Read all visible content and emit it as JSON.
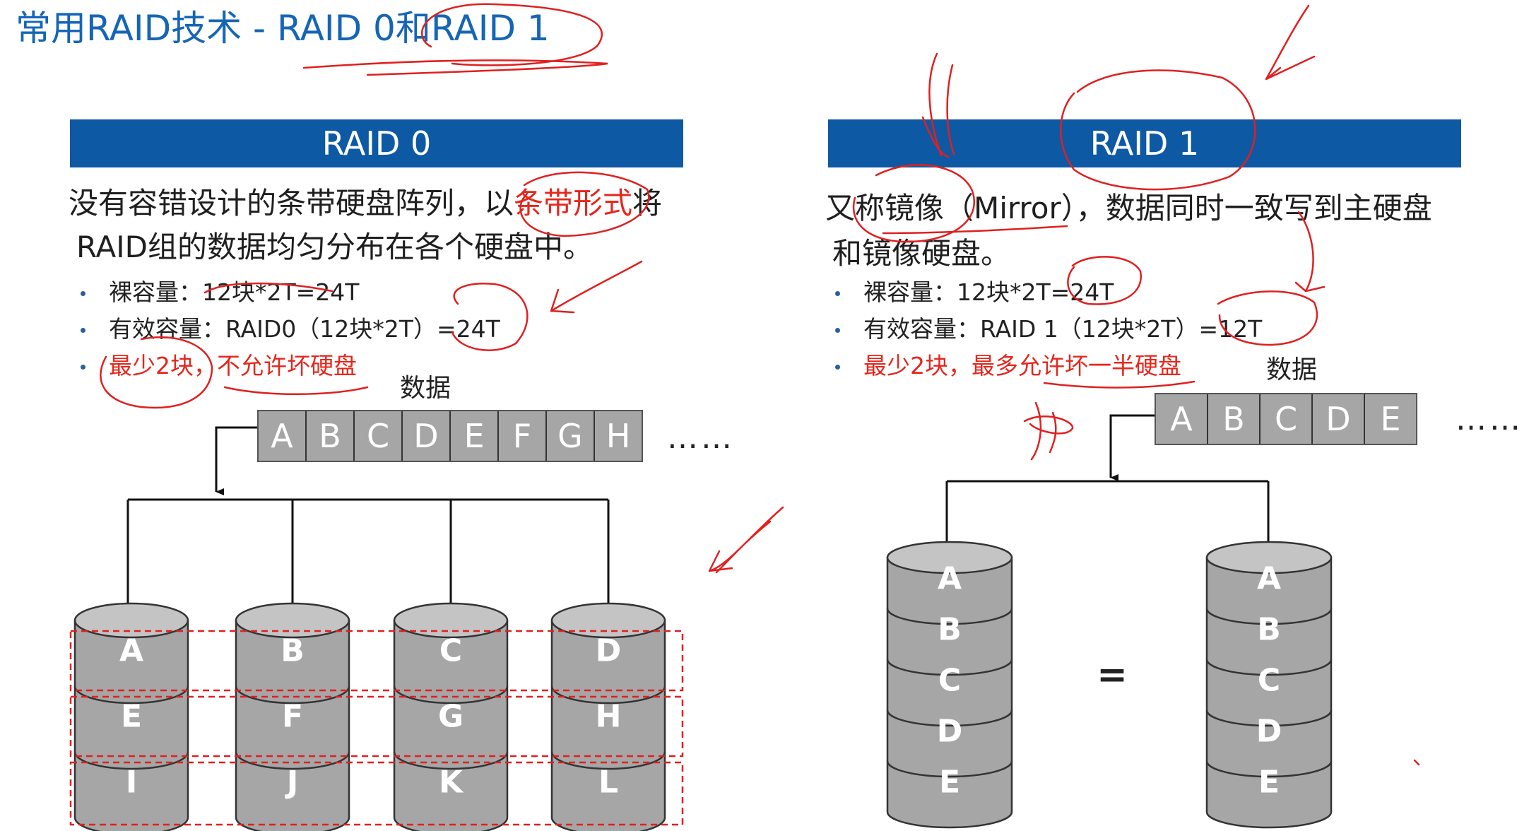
{
  "title": "常用RAID技术 - RAID 0和RAID 1",
  "raid0": {
    "header": "RAID 0",
    "desc_line1_a": "没有容错设计的条带硬盘阵列，以",
    "desc_line1_highlight": "条带形式",
    "desc_line1_b": "将",
    "desc_line2": "RAID组的数据均匀分布在各个硬盘中。",
    "bullets": [
      "裸容量：12块*2T=24T",
      "有效容量：RAID0（12块*2T）=24T",
      "最少2块，不允许坏硬盘"
    ],
    "data_label": "数据",
    "data_cells": [
      "A",
      "B",
      "C",
      "D",
      "E",
      "F",
      "G",
      "H"
    ],
    "more": "……",
    "disks": [
      [
        "A",
        "E",
        "I"
      ],
      [
        "B",
        "F",
        "J"
      ],
      [
        "C",
        "G",
        "K"
      ],
      [
        "D",
        "H",
        "L"
      ]
    ]
  },
  "raid1": {
    "header": "RAID 1",
    "desc_line1": "又称镜像（Mirror），数据同时一致写到主硬盘",
    "desc_line2": "和镜像硬盘。",
    "bullets": [
      "裸容量：12块*2T=24T",
      "有效容量：RAID 1（12块*2T）=12T",
      "最少2块，最多允许坏一半硬盘"
    ],
    "data_label": "数据",
    "data_cells": [
      "A",
      "B",
      "C",
      "D",
      "E"
    ],
    "more": "……",
    "equals": "=",
    "disks": [
      [
        "A",
        "B",
        "C",
        "D",
        "E"
      ],
      [
        "A",
        "B",
        "C",
        "D",
        "E"
      ]
    ]
  },
  "colors": {
    "title": "#1565b6",
    "header_bar": "#0e59a3",
    "highlight_red": "#e5271d",
    "disk_gray": "#a6a6a6",
    "annotation_red": "#e02020"
  }
}
